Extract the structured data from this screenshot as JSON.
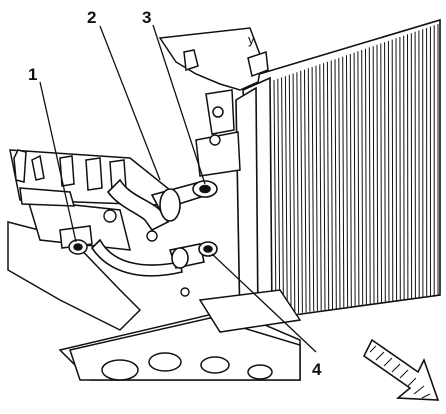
{
  "callouts": {
    "c1": "1",
    "c2": "2",
    "c3": "3",
    "c4": "4"
  },
  "corner_mark": "y",
  "colors": {
    "ink": "#111111",
    "paper": "#ffffff",
    "hatch": "#222222"
  },
  "icons": {
    "direction_arrow": "front-direction-arrow-icon"
  }
}
